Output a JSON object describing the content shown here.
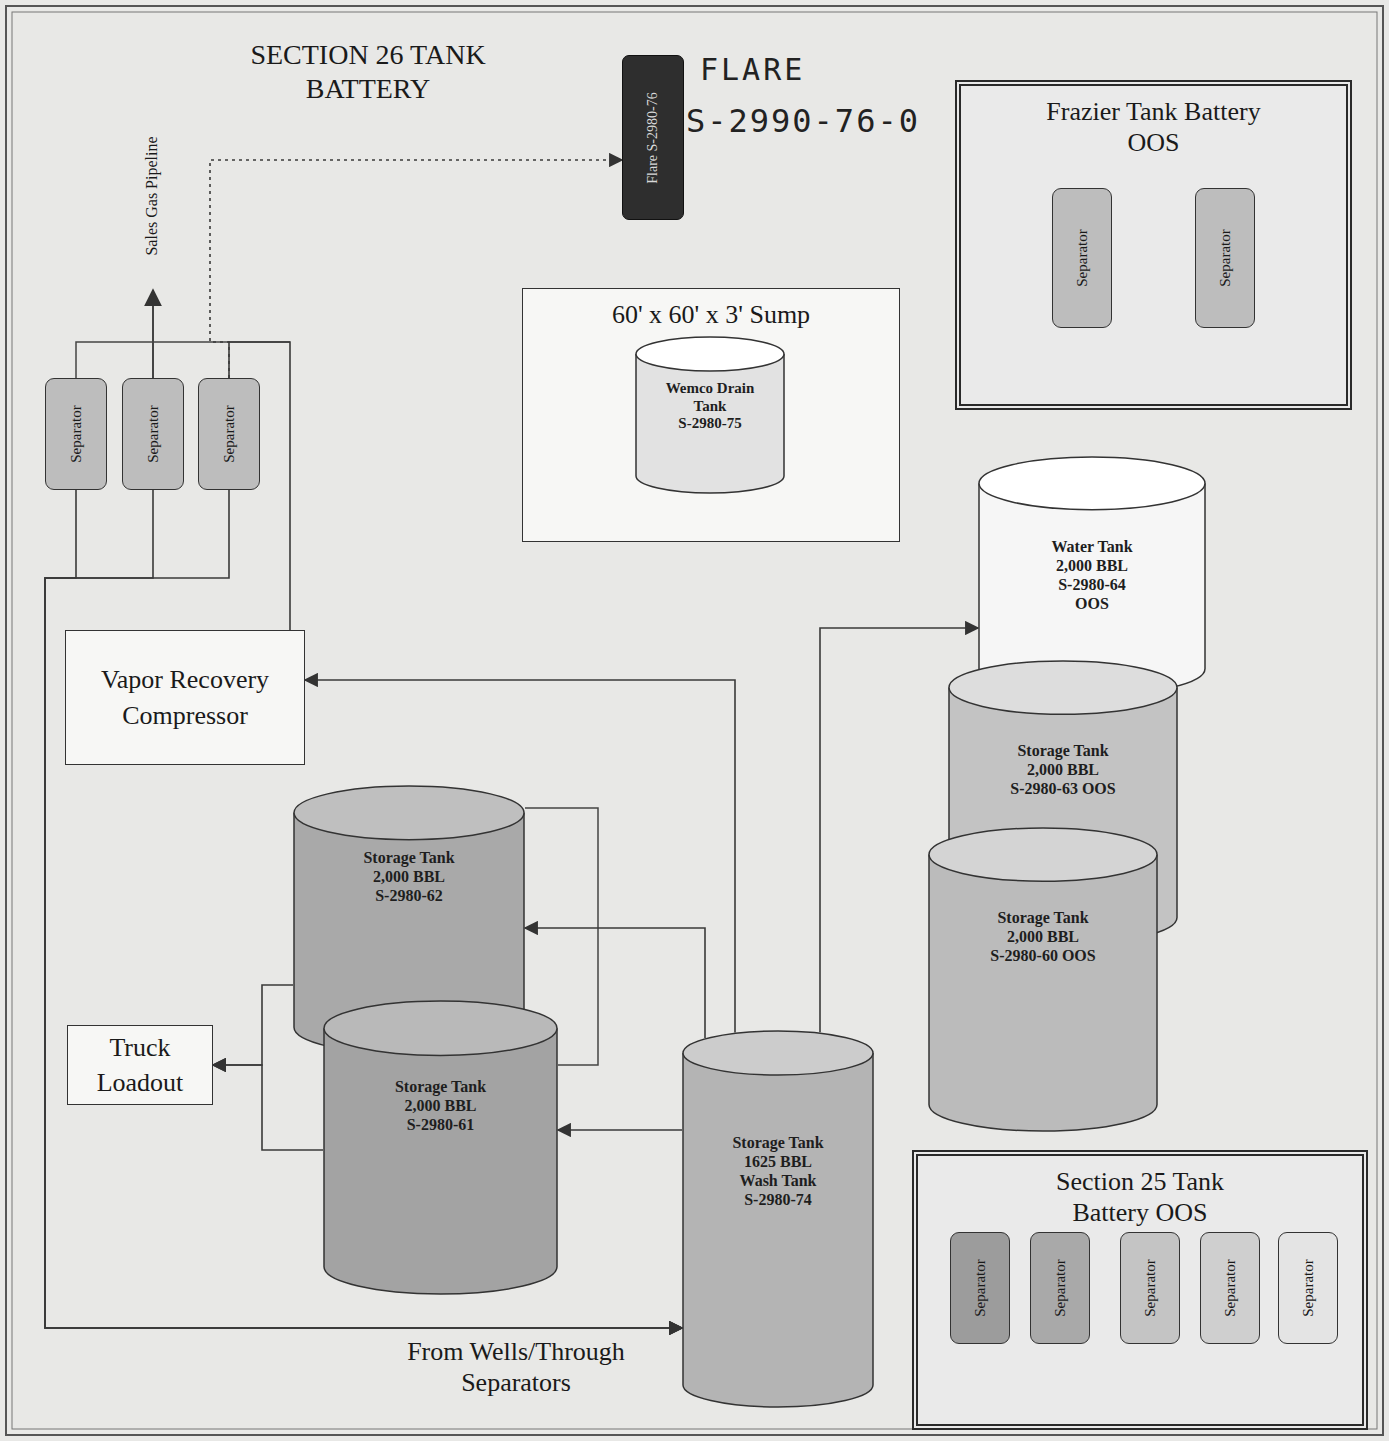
{
  "diagram": {
    "title": "SECTION 26 TANK BATTERY",
    "nodes": [
      {
        "text": [
          "Flare S-2980-76"
        ]
      },
      {
        "text": [
          "Frazier Tank Battery OOS"
        ]
      },
      {
        "text": [
          "Separator"
        ],
        "in": 1
      },
      {
        "text": [
          "Separator"
        ],
        "in": 1
      },
      {
        "text": [
          "60' x 60' x 3' Sump"
        ]
      },
      {
        "text": [
          "Wemco Drain Tank",
          "S-2980-75"
        ],
        "in": 4
      },
      {
        "text": [
          "Separator"
        ]
      },
      {
        "text": [
          "Separator"
        ]
      },
      {
        "text": [
          "Separator"
        ]
      },
      {
        "text": [
          "Water Tank",
          "2,000 BBL",
          "S-2980-64",
          "OOS"
        ]
      },
      {
        "text": [
          "Vapor Recovery Compressor"
        ]
      },
      {
        "text": [
          "Storage Tank",
          "2,000 BBL",
          "S-2980-62"
        ]
      },
      {
        "text": [
          "Storage Tank",
          "2,000 BBL",
          "S-2980-63 OOS"
        ]
      },
      {
        "text": [
          "Storage Tank",
          "2,000 BBL",
          "S-2980-60 OOS"
        ]
      },
      {
        "text": [
          "Truck Loadout"
        ]
      },
      {
        "text": [
          "Storage Tank",
          "2,000 BBL",
          "S-2980-61"
        ]
      },
      {
        "text": [
          "Storage Tank",
          "1625 BBL",
          "Wash Tank",
          "S-2980-74"
        ]
      },
      {
        "text": [
          "Section 25 Tank Battery OOS"
        ]
      },
      {
        "text": [
          "Separator"
        ],
        "in": 17
      },
      {
        "text": [
          "Separator"
        ],
        "in": 17
      },
      {
        "text": [
          "Separator"
        ],
        "in": 17
      },
      {
        "text": [
          "Separator"
        ],
        "in": 17
      },
      {
        "text": [
          "Separator"
        ],
        "in": 17
      }
    ],
    "edges": [
      {
        "from": 6,
        "to": 16,
        "arrow": "to"
      },
      {
        "from": 7,
        "to": 16,
        "arrow": "to",
        "label": "From Wells/Through Separators"
      },
      {
        "from": 8,
        "to": 16,
        "arrow": "to"
      },
      {
        "from": 8,
        "to": 0,
        "arrow": "to"
      },
      {
        "from": 10,
        "to": 8,
        "arrow": "none"
      },
      {
        "from": 16,
        "to": 10,
        "arrow": "to"
      },
      {
        "from": 16,
        "to": 11,
        "arrow": "to"
      },
      {
        "from": 16,
        "to": 15,
        "arrow": "to"
      },
      {
        "from": 16,
        "to": 9,
        "arrow": "to"
      },
      {
        "from": 11,
        "to": 14,
        "arrow": "to"
      },
      {
        "from": 15,
        "to": 14,
        "arrow": "to"
      }
    ],
    "labels": [
      "FLARE",
      "S-2990-76-0",
      "Sales Gas Pipeline"
    ]
  }
}
